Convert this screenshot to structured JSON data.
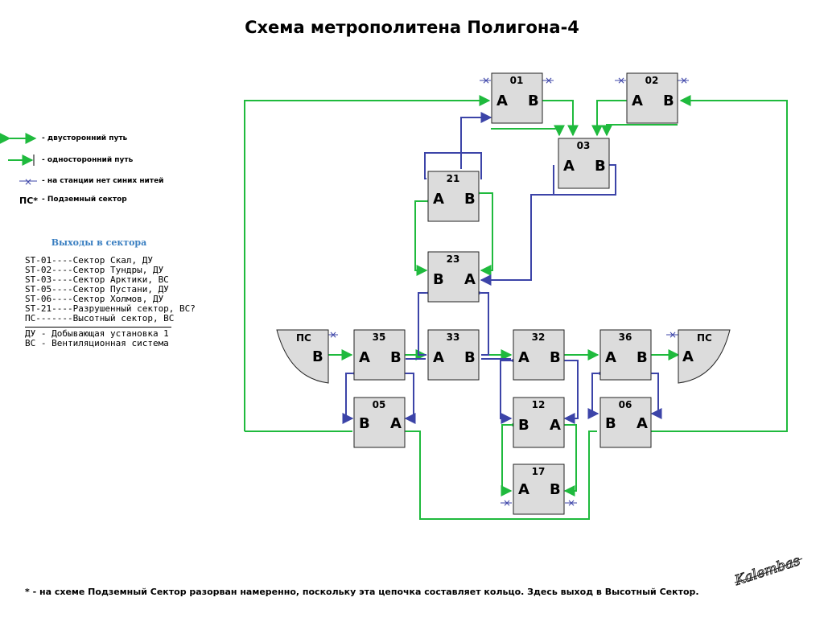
{
  "title": "Схема метрополитена Полигона-4",
  "legend": {
    "two_way": "- двусторонний путь",
    "one_way": "- односторонний путь",
    "no_blue": "- на станции нет синих нитей",
    "ps_abbr": "ПС*",
    "ps_desc": "- Подземный сектор"
  },
  "exits": {
    "title": "Выходы в сектора",
    "rows": [
      "ST-01----Сектор Скал, ДУ",
      "ST-02----Сектор Тундры, ДУ",
      "ST-03----Сектор Арктики, ВС",
      "ST-05----Сектор Пустани, ДУ",
      "ST-06----Сектор Холмов, ДУ",
      "ST-21----Разрушенный сектор, ВС?",
      "ПС-------Высотный сектор, ВС"
    ],
    "notes": [
      "ДУ - Добывающая установка 1",
      "ВС - Вентиляционная система"
    ]
  },
  "stations": [
    {
      "id": "01",
      "left": "A",
      "right": "B"
    },
    {
      "id": "02",
      "left": "A",
      "right": "B"
    },
    {
      "id": "03",
      "left": "A",
      "right": "B"
    },
    {
      "id": "21",
      "left": "A",
      "right": "B"
    },
    {
      "id": "23",
      "left": "B",
      "right": "A"
    },
    {
      "id": "35",
      "left": "A",
      "right": "B"
    },
    {
      "id": "33",
      "left": "A",
      "right": "B"
    },
    {
      "id": "32",
      "left": "A",
      "right": "B"
    },
    {
      "id": "36",
      "left": "A",
      "right": "B"
    },
    {
      "id": "05",
      "left": "B",
      "right": "A"
    },
    {
      "id": "12",
      "left": "B",
      "right": "A"
    },
    {
      "id": "06",
      "left": "B",
      "right": "A"
    },
    {
      "id": "17",
      "left": "A",
      "right": "B"
    }
  ],
  "ps_sectors": [
    {
      "label": "ПС",
      "letter": "B"
    },
    {
      "label": "ПС",
      "letter": "A"
    }
  ],
  "footnote": "* - на схеме Подземный Сектор разорван намеренно, поскольку эта цепочка составляет кольцо. Здесь выход в Высотный Сектор.",
  "signature": "Kalembas",
  "colors": {
    "green": "#1fba3d",
    "blue": "#3c44a8",
    "station_fill": "#dcdcdc"
  }
}
